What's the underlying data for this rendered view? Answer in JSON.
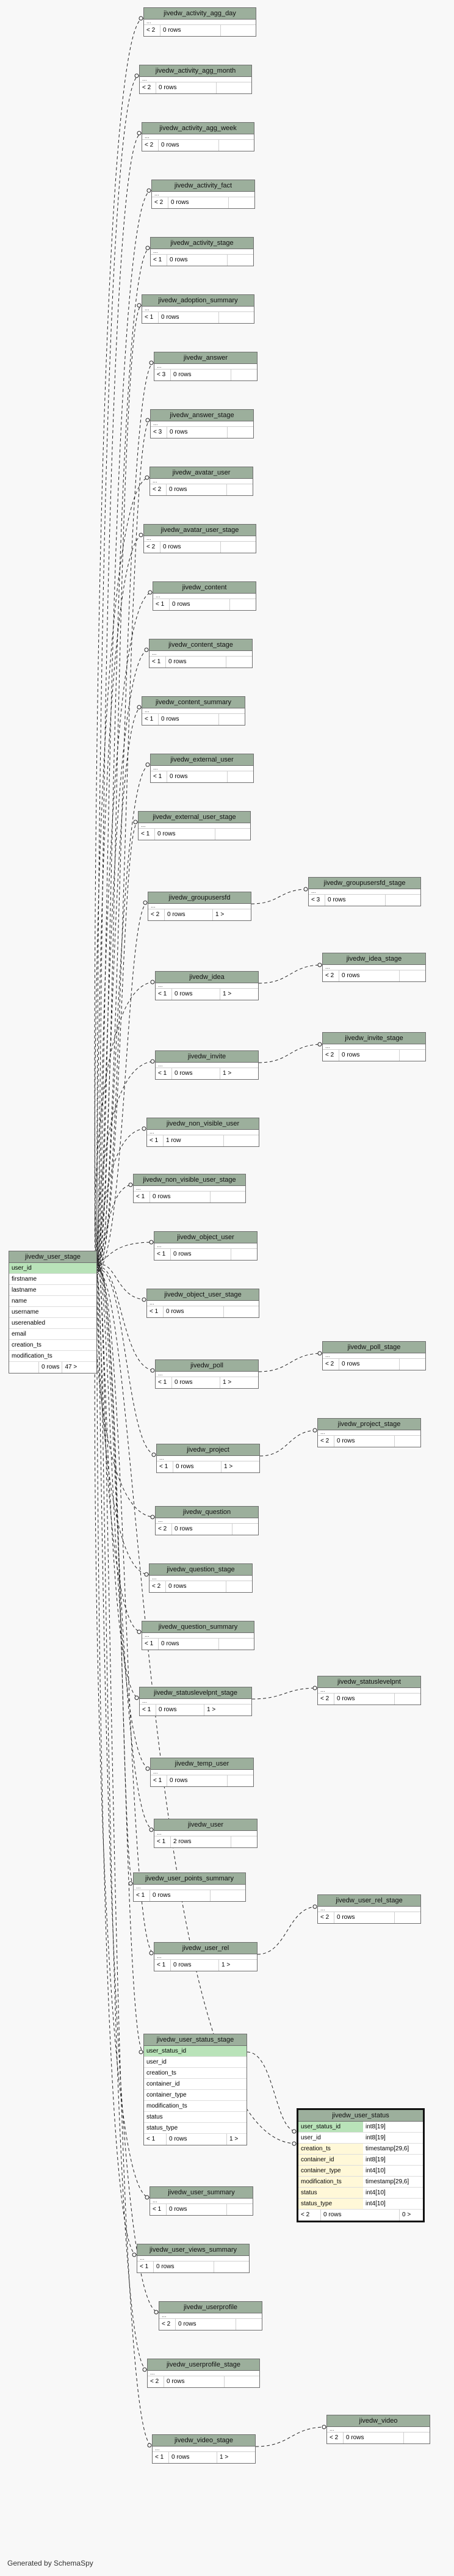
{
  "footer": "Generated by SchemaSpy",
  "center_table": {
    "name": "jivedw_user_stage",
    "columns": [
      "user_id",
      "firstname",
      "lastname",
      "name",
      "username",
      "userenabled",
      "email",
      "creation_ts",
      "modification_ts"
    ],
    "rows": "0 rows",
    "children": "47 >"
  },
  "status_table": {
    "name": "jivedw_user_status",
    "columns": [
      {
        "name": "user_status_id",
        "type": "int8[19]"
      },
      {
        "name": "user_id",
        "type": "int8[19]"
      },
      {
        "name": "creation_ts",
        "type": "timestamp[29,6]"
      },
      {
        "name": "container_id",
        "type": "int8[19]"
      },
      {
        "name": "container_type",
        "type": "int4[10]"
      },
      {
        "name": "modification_ts",
        "type": "timestamp[29,6]"
      },
      {
        "name": "status",
        "type": "int4[10]"
      },
      {
        "name": "status_type",
        "type": "int4[10]"
      }
    ],
    "parents": "< 2",
    "rows": "0 rows",
    "children": "0 >"
  },
  "status_stage_table": {
    "name": "jivedw_user_status_stage",
    "columns": [
      "user_status_id",
      "user_id",
      "creation_ts",
      "container_id",
      "container_type",
      "modification_ts",
      "status",
      "status_type"
    ],
    "parents": "< 1",
    "rows": "0 rows",
    "children": "1 >"
  },
  "tables": [
    {
      "name": "jivedw_activity_agg_day",
      "parents": "< 2",
      "rows": "0 rows"
    },
    {
      "name": "jivedw_activity_agg_month",
      "parents": "< 2",
      "rows": "0 rows"
    },
    {
      "name": "jivedw_activity_agg_week",
      "parents": "< 2",
      "rows": "0 rows"
    },
    {
      "name": "jivedw_activity_fact",
      "parents": "< 2",
      "rows": "0 rows"
    },
    {
      "name": "jivedw_activity_stage",
      "parents": "< 1",
      "rows": "0 rows"
    },
    {
      "name": "jivedw_adoption_summary",
      "parents": "< 1",
      "rows": "0 rows"
    },
    {
      "name": "jivedw_answer",
      "parents": "< 3",
      "rows": "0 rows"
    },
    {
      "name": "jivedw_answer_stage",
      "parents": "< 3",
      "rows": "0 rows"
    },
    {
      "name": "jivedw_avatar_user",
      "parents": "< 2",
      "rows": "0 rows"
    },
    {
      "name": "jivedw_avatar_user_stage",
      "parents": "< 2",
      "rows": "0 rows"
    },
    {
      "name": "jivedw_content",
      "parents": "< 1",
      "rows": "0 rows"
    },
    {
      "name": "jivedw_content_stage",
      "parents": "< 1",
      "rows": "0 rows"
    },
    {
      "name": "jivedw_content_summary",
      "parents": "< 1",
      "rows": "0 rows"
    },
    {
      "name": "jivedw_external_user",
      "parents": "< 1",
      "rows": "0 rows"
    },
    {
      "name": "jivedw_external_user_stage",
      "parents": "< 1",
      "rows": "0 rows"
    },
    {
      "name": "jivedw_groupusersfd",
      "parents": "< 2",
      "rows": "0 rows",
      "children": "1 >"
    },
    {
      "name": "jivedw_idea",
      "parents": "< 1",
      "rows": "0 rows",
      "children": "1 >"
    },
    {
      "name": "jivedw_invite",
      "parents": "< 1",
      "rows": "0 rows",
      "children": "1 >"
    },
    {
      "name": "jivedw_non_visible_user",
      "parents": "< 1",
      "rows": "1 row"
    },
    {
      "name": "jivedw_non_visible_user_stage",
      "parents": "< 1",
      "rows": "0 rows"
    },
    {
      "name": "jivedw_object_user",
      "parents": "< 1",
      "rows": "0 rows"
    },
    {
      "name": "jivedw_object_user_stage",
      "parents": "< 1",
      "rows": "0 rows"
    },
    {
      "name": "jivedw_poll",
      "parents": "< 1",
      "rows": "0 rows",
      "children": "1 >"
    },
    {
      "name": "jivedw_project",
      "parents": "< 1",
      "rows": "0 rows",
      "children": "1 >"
    },
    {
      "name": "jivedw_question",
      "parents": "< 2",
      "rows": "0 rows"
    },
    {
      "name": "jivedw_question_stage",
      "parents": "< 2",
      "rows": "0 rows"
    },
    {
      "name": "jivedw_question_summary",
      "parents": "< 1",
      "rows": "0 rows"
    },
    {
      "name": "jivedw_statuslevelpnt_stage",
      "parents": "< 1",
      "rows": "0 rows",
      "children": "1 >"
    },
    {
      "name": "jivedw_temp_user",
      "parents": "< 1",
      "rows": "0 rows"
    },
    {
      "name": "jivedw_user",
      "parents": "< 1",
      "rows": "2 rows"
    },
    {
      "name": "jivedw_user_points_summary",
      "parents": "< 1",
      "rows": "0 rows"
    },
    {
      "name": "jivedw_user_rel",
      "parents": "< 1",
      "rows": "0 rows",
      "children": "1 >"
    },
    {
      "name": "jivedw_user_summary",
      "parents": "< 1",
      "rows": "0 rows"
    },
    {
      "name": "jivedw_user_views_summary",
      "parents": "< 1",
      "rows": "0 rows"
    },
    {
      "name": "jivedw_userprofile",
      "parents": "< 2",
      "rows": "0 rows"
    },
    {
      "name": "jivedw_userprofile_stage",
      "parents": "< 2",
      "rows": "0 rows"
    },
    {
      "name": "jivedw_video_stage",
      "parents": "< 1",
      "rows": "0 rows",
      "children": "1 >"
    }
  ],
  "right_tables": [
    {
      "name": "jivedw_groupusersfd_stage",
      "parents": "< 3",
      "rows": "0 rows"
    },
    {
      "name": "jivedw_idea_stage",
      "parents": "< 2",
      "rows": "0 rows"
    },
    {
      "name": "jivedw_invite_stage",
      "parents": "< 2",
      "rows": "0 rows"
    },
    {
      "name": "jivedw_poll_stage",
      "parents": "< 2",
      "rows": "0 rows"
    },
    {
      "name": "jivedw_project_stage",
      "parents": "< 2",
      "rows": "0 rows"
    },
    {
      "name": "jivedw_statuslevelpnt",
      "parents": "< 2",
      "rows": "0 rows"
    },
    {
      "name": "jivedw_user_rel_stage",
      "parents": "< 2",
      "rows": "0 rows"
    },
    {
      "name": "jivedw_video",
      "parents": "< 2",
      "rows": "0 rows"
    }
  ]
}
